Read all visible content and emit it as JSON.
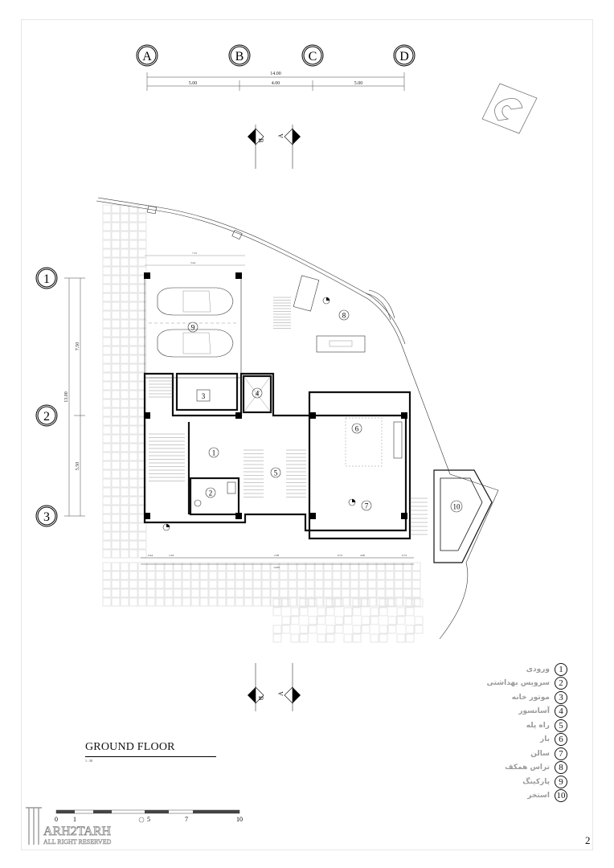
{
  "grid_columns": [
    {
      "label": "A"
    },
    {
      "label": "B"
    },
    {
      "label": "C"
    },
    {
      "label": "D"
    }
  ],
  "grid_rows": [
    {
      "label": "1"
    },
    {
      "label": "2"
    },
    {
      "label": "3"
    }
  ],
  "dimensions": {
    "overall_width": "14.00",
    "col_spans": [
      "5.00",
      "4.00",
      "5.00"
    ],
    "overall_height": "13.00",
    "row_spans": [
      "7.50",
      "5.50"
    ]
  },
  "section_markers": [
    "B",
    "A"
  ],
  "room_tags": [
    "1",
    "2",
    "3",
    "4",
    "5",
    "6",
    "7",
    "8",
    "9",
    "10"
  ],
  "legend": [
    {
      "num": "1",
      "label": "ورودی"
    },
    {
      "num": "2",
      "label": "سرویس بهداشتی"
    },
    {
      "num": "3",
      "label": "موتور خانه"
    },
    {
      "num": "4",
      "label": "آسانسور"
    },
    {
      "num": "5",
      "label": "راه پله"
    },
    {
      "num": "6",
      "label": "بار"
    },
    {
      "num": "7",
      "label": "سالن"
    },
    {
      "num": "8",
      "label": "تراس همکف"
    },
    {
      "num": "9",
      "label": "پارکینگ"
    },
    {
      "num": "10",
      "label": "استخر"
    }
  ],
  "title": "GROUND FLOOR",
  "scale_note": "1 : 50",
  "scale_bar_labels": [
    "0",
    "1",
    "5",
    "7",
    "10"
  ],
  "brand": {
    "name": "ARH2TARH",
    "tagline": "ALL RIGHT RESERVED"
  },
  "page_number": "2",
  "colors": {
    "line": "#111111",
    "paving": "#d6d6d6",
    "legend_text": "#9a9a9a"
  }
}
